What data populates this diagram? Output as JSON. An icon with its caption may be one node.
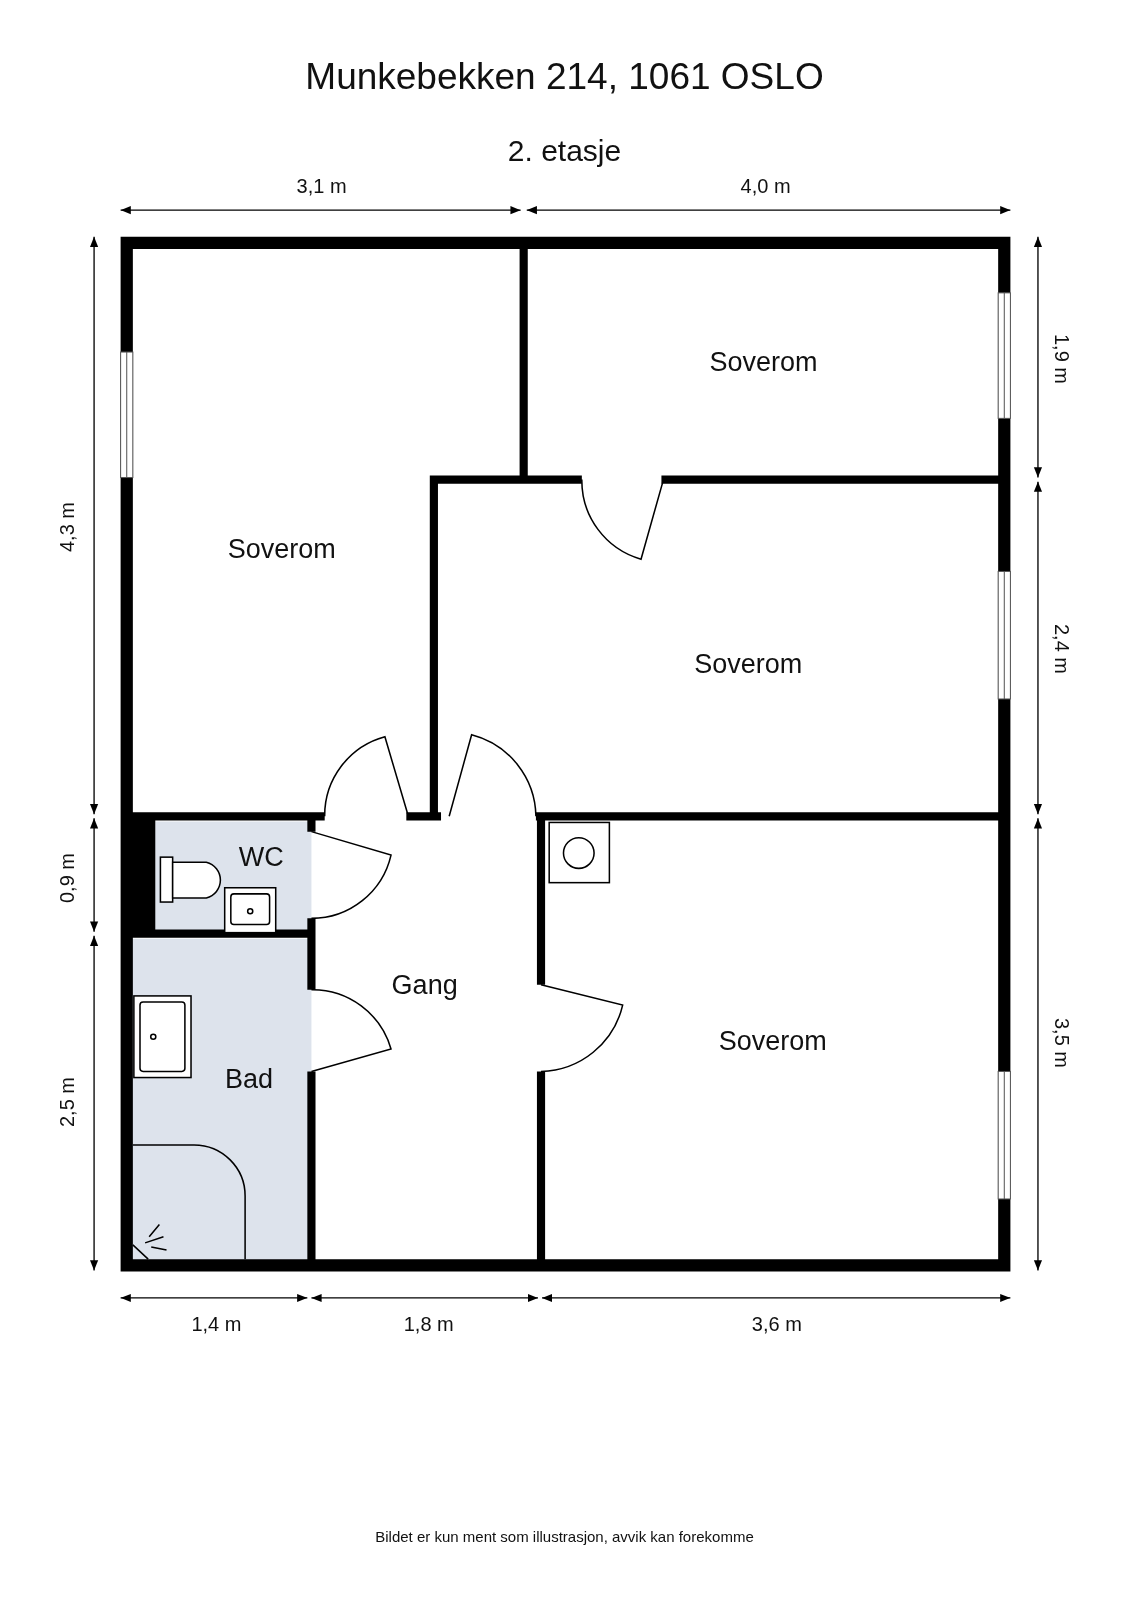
{
  "diagram": {
    "title": "Munkebekken 214, 1061 OSLO",
    "nodes": [
      {
        "text": [
          "Soverom"
        ]
      },
      {
        "text": [
          "Soverom"
        ]
      },
      {
        "text": [
          "Soverom"
        ]
      },
      {
        "text": [
          "WC"
        ]
      },
      {
        "text": [
          "Gang"
        ]
      },
      {
        "text": [
          "Bad"
        ]
      },
      {
        "text": [
          "Soverom"
        ]
      }
    ],
    "labels": [
      "2. etasje",
      "3,1 m",
      "4,0 m",
      "4,3 m",
      "0,9 m",
      "2,5 m",
      "1,9 m",
      "2,4 m",
      "3,5 m",
      "1,4 m",
      "1,8 m",
      "3,6 m",
      "Bildet er kun ment som illustrasjon, avvik kan forekomme"
    ]
  }
}
